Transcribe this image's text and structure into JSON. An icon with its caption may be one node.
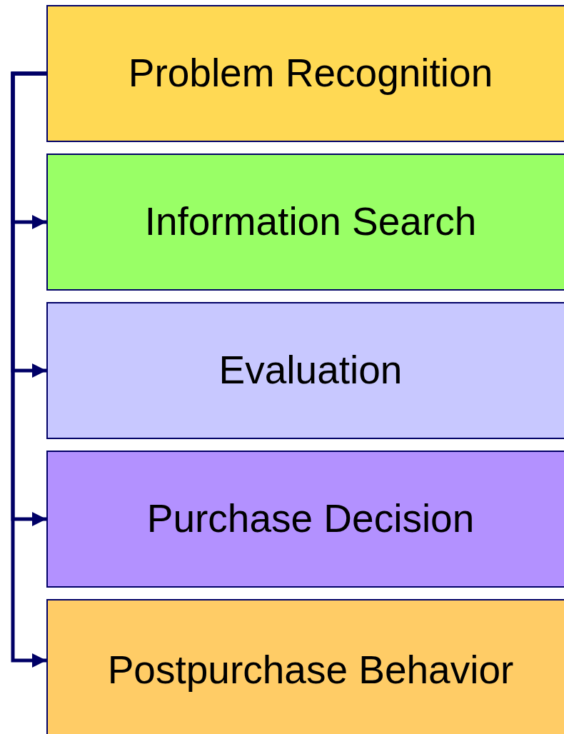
{
  "diagram": {
    "nodes": [
      {
        "text": [
          "Problem Recognition"
        ]
      },
      {
        "text": [
          "Information Search"
        ]
      },
      {
        "text": [
          "Evaluation"
        ]
      },
      {
        "text": [
          "Purchase Decision"
        ]
      },
      {
        "text": [
          "Postpurchase Behavior"
        ]
      }
    ],
    "edges": [
      {
        "from": 0,
        "to": 1,
        "arrow": "to"
      },
      {
        "from": 0,
        "to": 2,
        "arrow": "to"
      },
      {
        "from": 0,
        "to": 3,
        "arrow": "to"
      },
      {
        "from": 0,
        "to": 4,
        "arrow": "to"
      }
    ]
  }
}
